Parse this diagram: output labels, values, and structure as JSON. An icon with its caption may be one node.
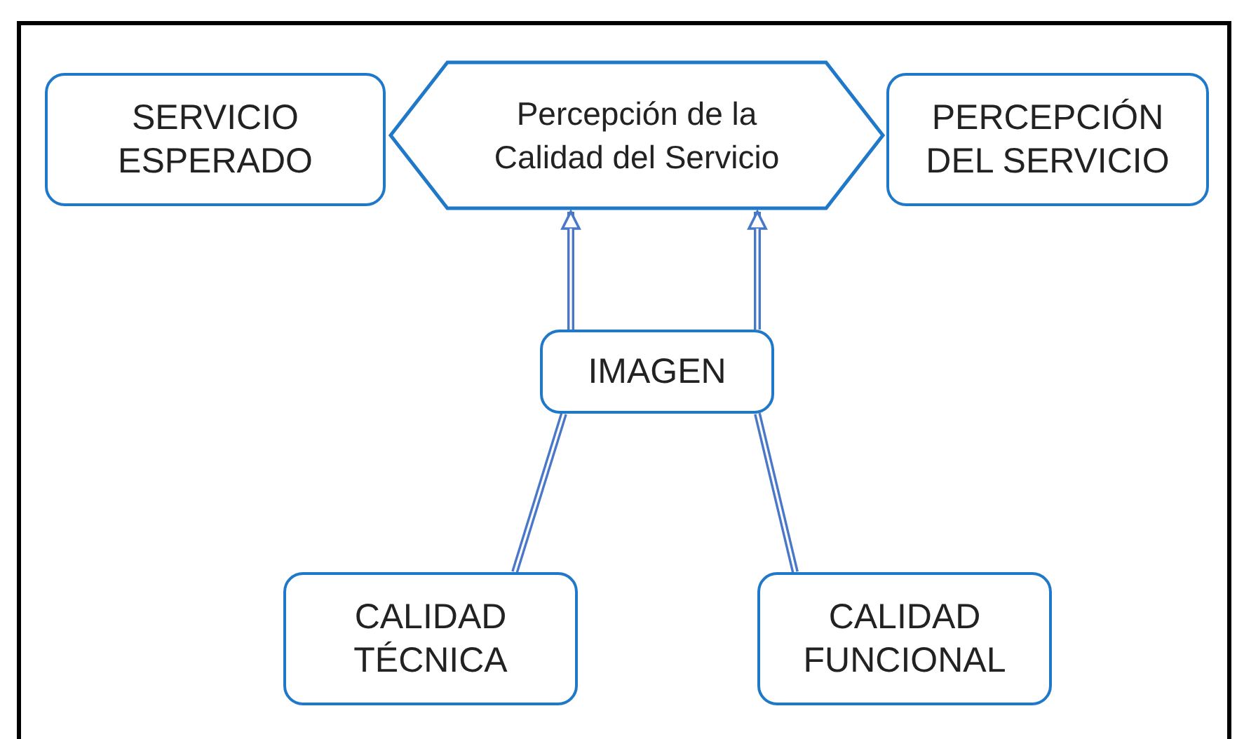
{
  "diagram": {
    "nodes": [
      {
        "text": [
          "SERVICIO ESPERADO"
        ]
      },
      {
        "text": [
          "Percepción de la Calidad del Servicio"
        ]
      },
      {
        "text": [
          "PERCEPCIÓN DEL SERVICIO"
        ]
      },
      {
        "text": [
          "IMAGEN"
        ]
      },
      {
        "text": [
          "CALIDAD TÉCNICA"
        ]
      },
      {
        "text": [
          "CALIDAD FUNCIONAL"
        ]
      }
    ],
    "edges": [
      {
        "from": 3,
        "to": 1,
        "arrow": "to"
      },
      {
        "from": 3,
        "to": 1,
        "arrow": "to"
      },
      {
        "from": 4,
        "to": 3,
        "arrow": "none"
      },
      {
        "from": 5,
        "to": 3,
        "arrow": "none"
      }
    ]
  }
}
